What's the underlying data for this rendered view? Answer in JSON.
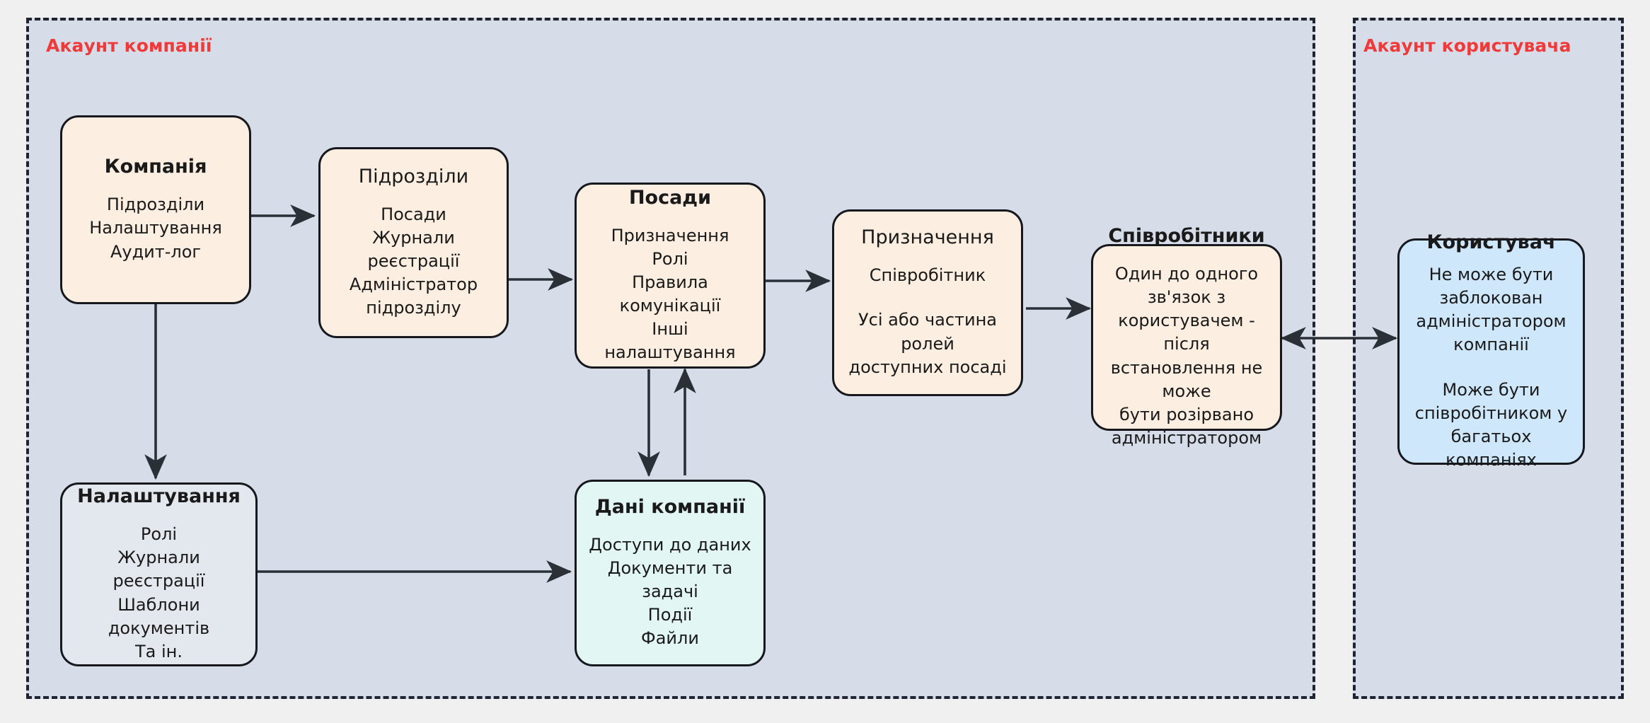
{
  "diagram": {
    "title_hidden": "",
    "containers": [
      {
        "name": "company-account",
        "label": "Акаунт компанії"
      },
      {
        "name": "user-account",
        "label": "Акаунт користувача"
      }
    ],
    "nodes": [
      {
        "id": "company",
        "title": "Компанія",
        "bold": true,
        "fill": "peach",
        "lines": [
          "Підрозділи\nНалаштування\nАудит-лог"
        ]
      },
      {
        "id": "departments",
        "title": "Підрозділи",
        "bold": false,
        "fill": "peach",
        "lines": [
          "Посади\nЖурнали реєстрації\nАдміністратор підрозділу"
        ]
      },
      {
        "id": "positions",
        "title": "Посади",
        "bold": true,
        "fill": "peach",
        "lines": [
          "Призначення\nРолі\nПравила комунікації\nІнші налаштування"
        ]
      },
      {
        "id": "assignment",
        "title": "Призначення",
        "bold": false,
        "fill": "peach",
        "lines": [
          "Співробітник",
          "Усі або частина ролей\nдоступних посаді"
        ]
      },
      {
        "id": "employees",
        "title": "Співробітники",
        "bold": true,
        "fill": "peach",
        "lines": [
          "Один до одного зв'язок з\nкористувачем - після\nвстановлення не може\nбути розірвано\nадміністратором"
        ]
      },
      {
        "id": "user",
        "title": "Користувач",
        "bold": true,
        "fill": "blue",
        "lines": [
          "Не може бути\nзаблокован\nадміністратором\nкомпанії",
          "Може бути\nспівробітником у\nбагатьох компаніях"
        ]
      },
      {
        "id": "settings",
        "title": "Налаштування",
        "bold": true,
        "fill": "gray",
        "lines": [
          "Ролі\nЖурнали реєстрації\nШаблони документів\nТа ін."
        ]
      },
      {
        "id": "company-data",
        "title": "Дані компанії",
        "bold": true,
        "fill": "mint",
        "lines": [
          "Доступи до даних\nДокументи та задачі\nПодії\nФайли"
        ]
      }
    ],
    "edges": [
      {
        "name": "edge-company-to-departments",
        "from": "company",
        "to": "departments",
        "arrow": "end"
      },
      {
        "name": "edge-departments-to-positions",
        "from": "departments",
        "to": "positions",
        "arrow": "end"
      },
      {
        "name": "edge-positions-to-assignment",
        "from": "positions",
        "to": "assignment",
        "arrow": "end"
      },
      {
        "name": "edge-assignment-to-employees",
        "from": "assignment",
        "to": "employees",
        "arrow": "end"
      },
      {
        "name": "edge-employees-to-user",
        "from": "employees",
        "to": "user",
        "arrow": "both"
      },
      {
        "name": "edge-company-to-settings",
        "from": "company",
        "to": "settings",
        "arrow": "end"
      },
      {
        "name": "edge-settings-to-company-data",
        "from": "settings",
        "to": "company-data",
        "arrow": "end"
      },
      {
        "name": "edge-positions-to-company-data",
        "from": "positions",
        "to": "company-data",
        "arrow": "end"
      },
      {
        "name": "edge-company-data-to-positions",
        "from": "company-data",
        "to": "positions",
        "arrow": "end"
      }
    ],
    "colors": {
      "background": "#f0f0f0",
      "container_fill": "#d6dde8",
      "container_border": "#1f2430",
      "container_label": "#f03a3a",
      "node_peach": "#fceee0",
      "node_blue": "#cfe7fb",
      "node_mint": "#e2f7f3",
      "node_gray": "#e3e8ee",
      "node_border": "#16181d",
      "edge": "#2b2f36"
    }
  }
}
